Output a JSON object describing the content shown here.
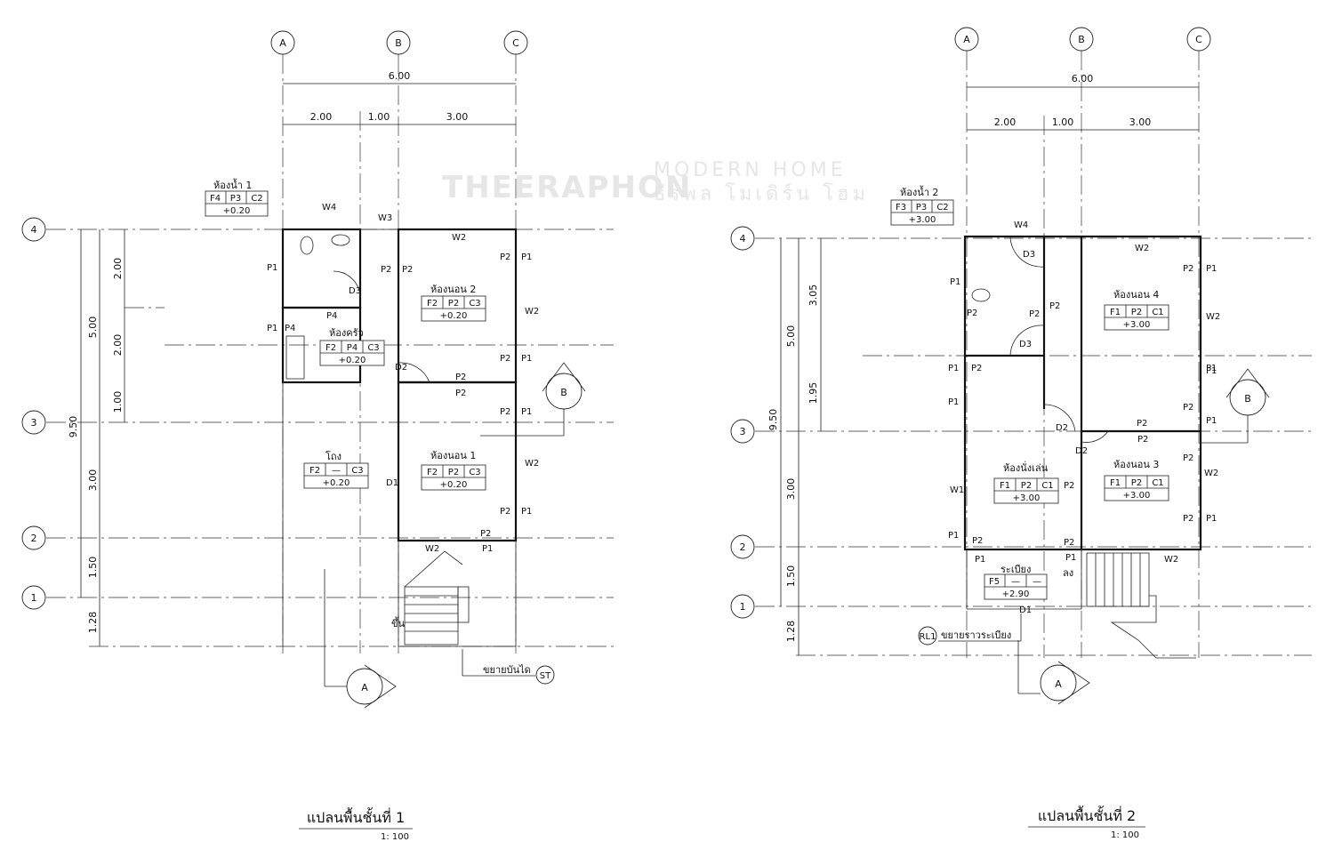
{
  "watermark": {
    "brand": "THEERAPHON",
    "tagline": "MODERN HOME",
    "thai": "ธีรพล โมเดิร์น โฮม"
  },
  "plan1": {
    "title": "แปลนพื้นชั้นที่ 1",
    "scale": "1: 100",
    "grid_cols": [
      "A",
      "B",
      "C"
    ],
    "grid_rows": [
      "4",
      "3",
      "2",
      "1"
    ],
    "dim_total_x": "6.00",
    "dims_x": [
      "2.00",
      "1.00",
      "3.00"
    ],
    "dim_total_y": "9.50",
    "dim_5": "5.00",
    "dims_y": [
      "2.00",
      "2.00",
      "1.00",
      "3.00",
      "1.50",
      "1.28"
    ],
    "rooms": [
      {
        "name": "ห้องน้ำ 1",
        "codes": [
          "F4",
          "P3",
          "C2"
        ],
        "level": "+0.20"
      },
      {
        "name": "ห้องนอน 2",
        "codes": [
          "F2",
          "P2",
          "C3"
        ],
        "level": "+0.20"
      },
      {
        "name": "ห้องครัว",
        "codes": [
          "F2",
          "P4",
          "C3"
        ],
        "level": "+0.20"
      },
      {
        "name": "โถง",
        "codes": [
          "F2",
          "—",
          "C3"
        ],
        "level": "+0.20"
      },
      {
        "name": "ห้องนอน 1",
        "codes": [
          "F2",
          "P2",
          "C3"
        ],
        "level": "+0.20"
      }
    ],
    "tags": [
      "W4",
      "W3",
      "W2",
      "P1",
      "P2",
      "P4",
      "D3",
      "D2",
      "D1",
      "W2",
      "P2",
      "P1",
      "W2",
      "P2",
      "P1",
      "P2",
      "P2",
      "W2",
      "P1",
      "P2",
      "P1",
      "P2",
      "P1",
      "P2",
      "P2",
      "W2",
      "P1",
      "P4",
      "P2",
      "P1"
    ],
    "stair_up": "ขึ้น",
    "stair_note": "ขยายบันได",
    "stair_ref": "ST",
    "sections": [
      "A",
      "B"
    ]
  },
  "plan2": {
    "title": "แปลนพื้นชั้นที่ 2",
    "scale": "1: 100",
    "grid_cols": [
      "A",
      "B",
      "C"
    ],
    "grid_rows": [
      "4",
      "3",
      "2",
      "1"
    ],
    "dim_total_x": "6.00",
    "dims_x": [
      "2.00",
      "1.00",
      "3.00"
    ],
    "dim_total_y": "9.50",
    "dim_5": "5.00",
    "dims_y": [
      "3.05",
      "1.95",
      "3.00",
      "1.50",
      "1.28"
    ],
    "rooms": [
      {
        "name": "ห้องน้ำ 2",
        "codes": [
          "F3",
          "P3",
          "C2"
        ],
        "level": "+3.00"
      },
      {
        "name": "ห้องนอน 4",
        "codes": [
          "F1",
          "P2",
          "C1"
        ],
        "level": "+3.00"
      },
      {
        "name": "ห้องนั่งเล่น",
        "codes": [
          "F1",
          "P2",
          "C1"
        ],
        "level": "+3.00"
      },
      {
        "name": "ห้องนอน 3",
        "codes": [
          "F1",
          "P2",
          "C1"
        ],
        "level": "+3.00"
      },
      {
        "name": "ระเบียง",
        "codes": [
          "F5",
          "—",
          "—"
        ],
        "level": "+2.90"
      }
    ],
    "tags": [
      "W4",
      "D3",
      "P1",
      "P2",
      "P2",
      "D3",
      "P2",
      "P1",
      "P2",
      "P2",
      "P1",
      "W2",
      "P1",
      "P2",
      "P1",
      "P2",
      "W2",
      "P1",
      "P1",
      "D2",
      "D2",
      "P2",
      "W1",
      "P2",
      "P1",
      "P2",
      "W2",
      "P2",
      "P1",
      "P1",
      "P2",
      "P2",
      "P1",
      "D1",
      "P1",
      "W2"
    ],
    "stair_down": "ลง",
    "rail_note": "ขยายราวระเบียง",
    "rail_ref": "RL1",
    "sections": [
      "A",
      "B"
    ]
  }
}
